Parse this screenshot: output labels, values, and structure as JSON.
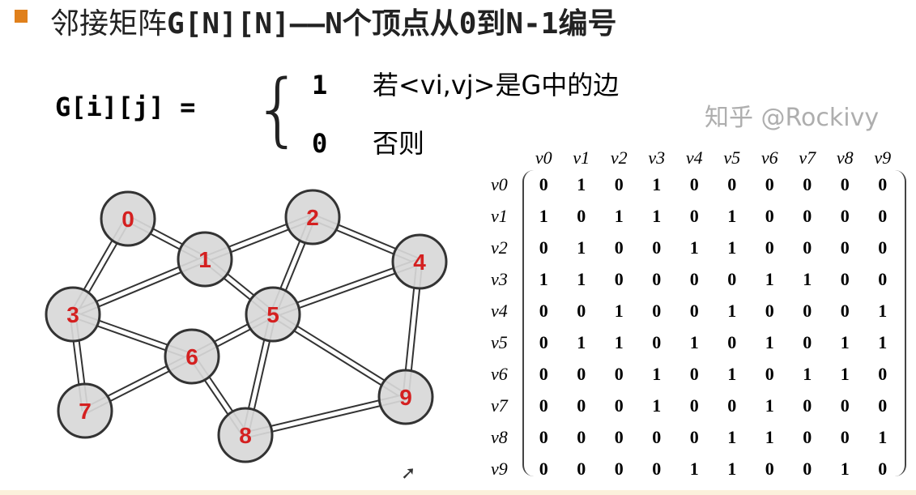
{
  "title": {
    "prefix": "邻接矩阵",
    "code": "G[N][N]",
    "suffix": "——N个顶点从0到N-1编号"
  },
  "definition": {
    "lhs": "G[i][j] =",
    "case1_value": "1",
    "case1_text": "若<vi,vj>是G中的边",
    "case0_value": "0",
    "case0_text": "否则"
  },
  "graph": {
    "nodes": [
      "0",
      "1",
      "2",
      "3",
      "4",
      "5",
      "6",
      "7",
      "8",
      "9"
    ],
    "edges": [
      [
        0,
        1
      ],
      [
        0,
        3
      ],
      [
        1,
        2
      ],
      [
        1,
        3
      ],
      [
        1,
        5
      ],
      [
        2,
        4
      ],
      [
        2,
        5
      ],
      [
        3,
        6
      ],
      [
        3,
        7
      ],
      [
        4,
        5
      ],
      [
        4,
        9
      ],
      [
        5,
        6
      ],
      [
        5,
        8
      ],
      [
        5,
        9
      ],
      [
        6,
        7
      ],
      [
        6,
        8
      ],
      [
        8,
        9
      ]
    ]
  },
  "matrix": {
    "labels": [
      "v0",
      "v1",
      "v2",
      "v3",
      "v4",
      "v5",
      "v6",
      "v7",
      "v8",
      "v9"
    ],
    "rows": [
      [
        0,
        1,
        0,
        1,
        0,
        0,
        0,
        0,
        0,
        0
      ],
      [
        1,
        0,
        1,
        1,
        0,
        1,
        0,
        0,
        0,
        0
      ],
      [
        0,
        1,
        0,
        0,
        1,
        1,
        0,
        0,
        0,
        0
      ],
      [
        1,
        1,
        0,
        0,
        0,
        0,
        1,
        1,
        0,
        0
      ],
      [
        0,
        0,
        1,
        0,
        0,
        1,
        0,
        0,
        0,
        1
      ],
      [
        0,
        1,
        1,
        0,
        1,
        0,
        1,
        0,
        1,
        1
      ],
      [
        0,
        0,
        0,
        1,
        0,
        1,
        0,
        1,
        1,
        0
      ],
      [
        0,
        0,
        0,
        1,
        0,
        0,
        1,
        0,
        0,
        0
      ],
      [
        0,
        0,
        0,
        0,
        0,
        1,
        1,
        0,
        0,
        1
      ],
      [
        0,
        0,
        0,
        0,
        1,
        1,
        0,
        0,
        1,
        0
      ]
    ]
  },
  "watermark": "知乎 @Rockivy",
  "colors": {
    "bullet": "#e0801c",
    "node_label": "#d42020"
  }
}
